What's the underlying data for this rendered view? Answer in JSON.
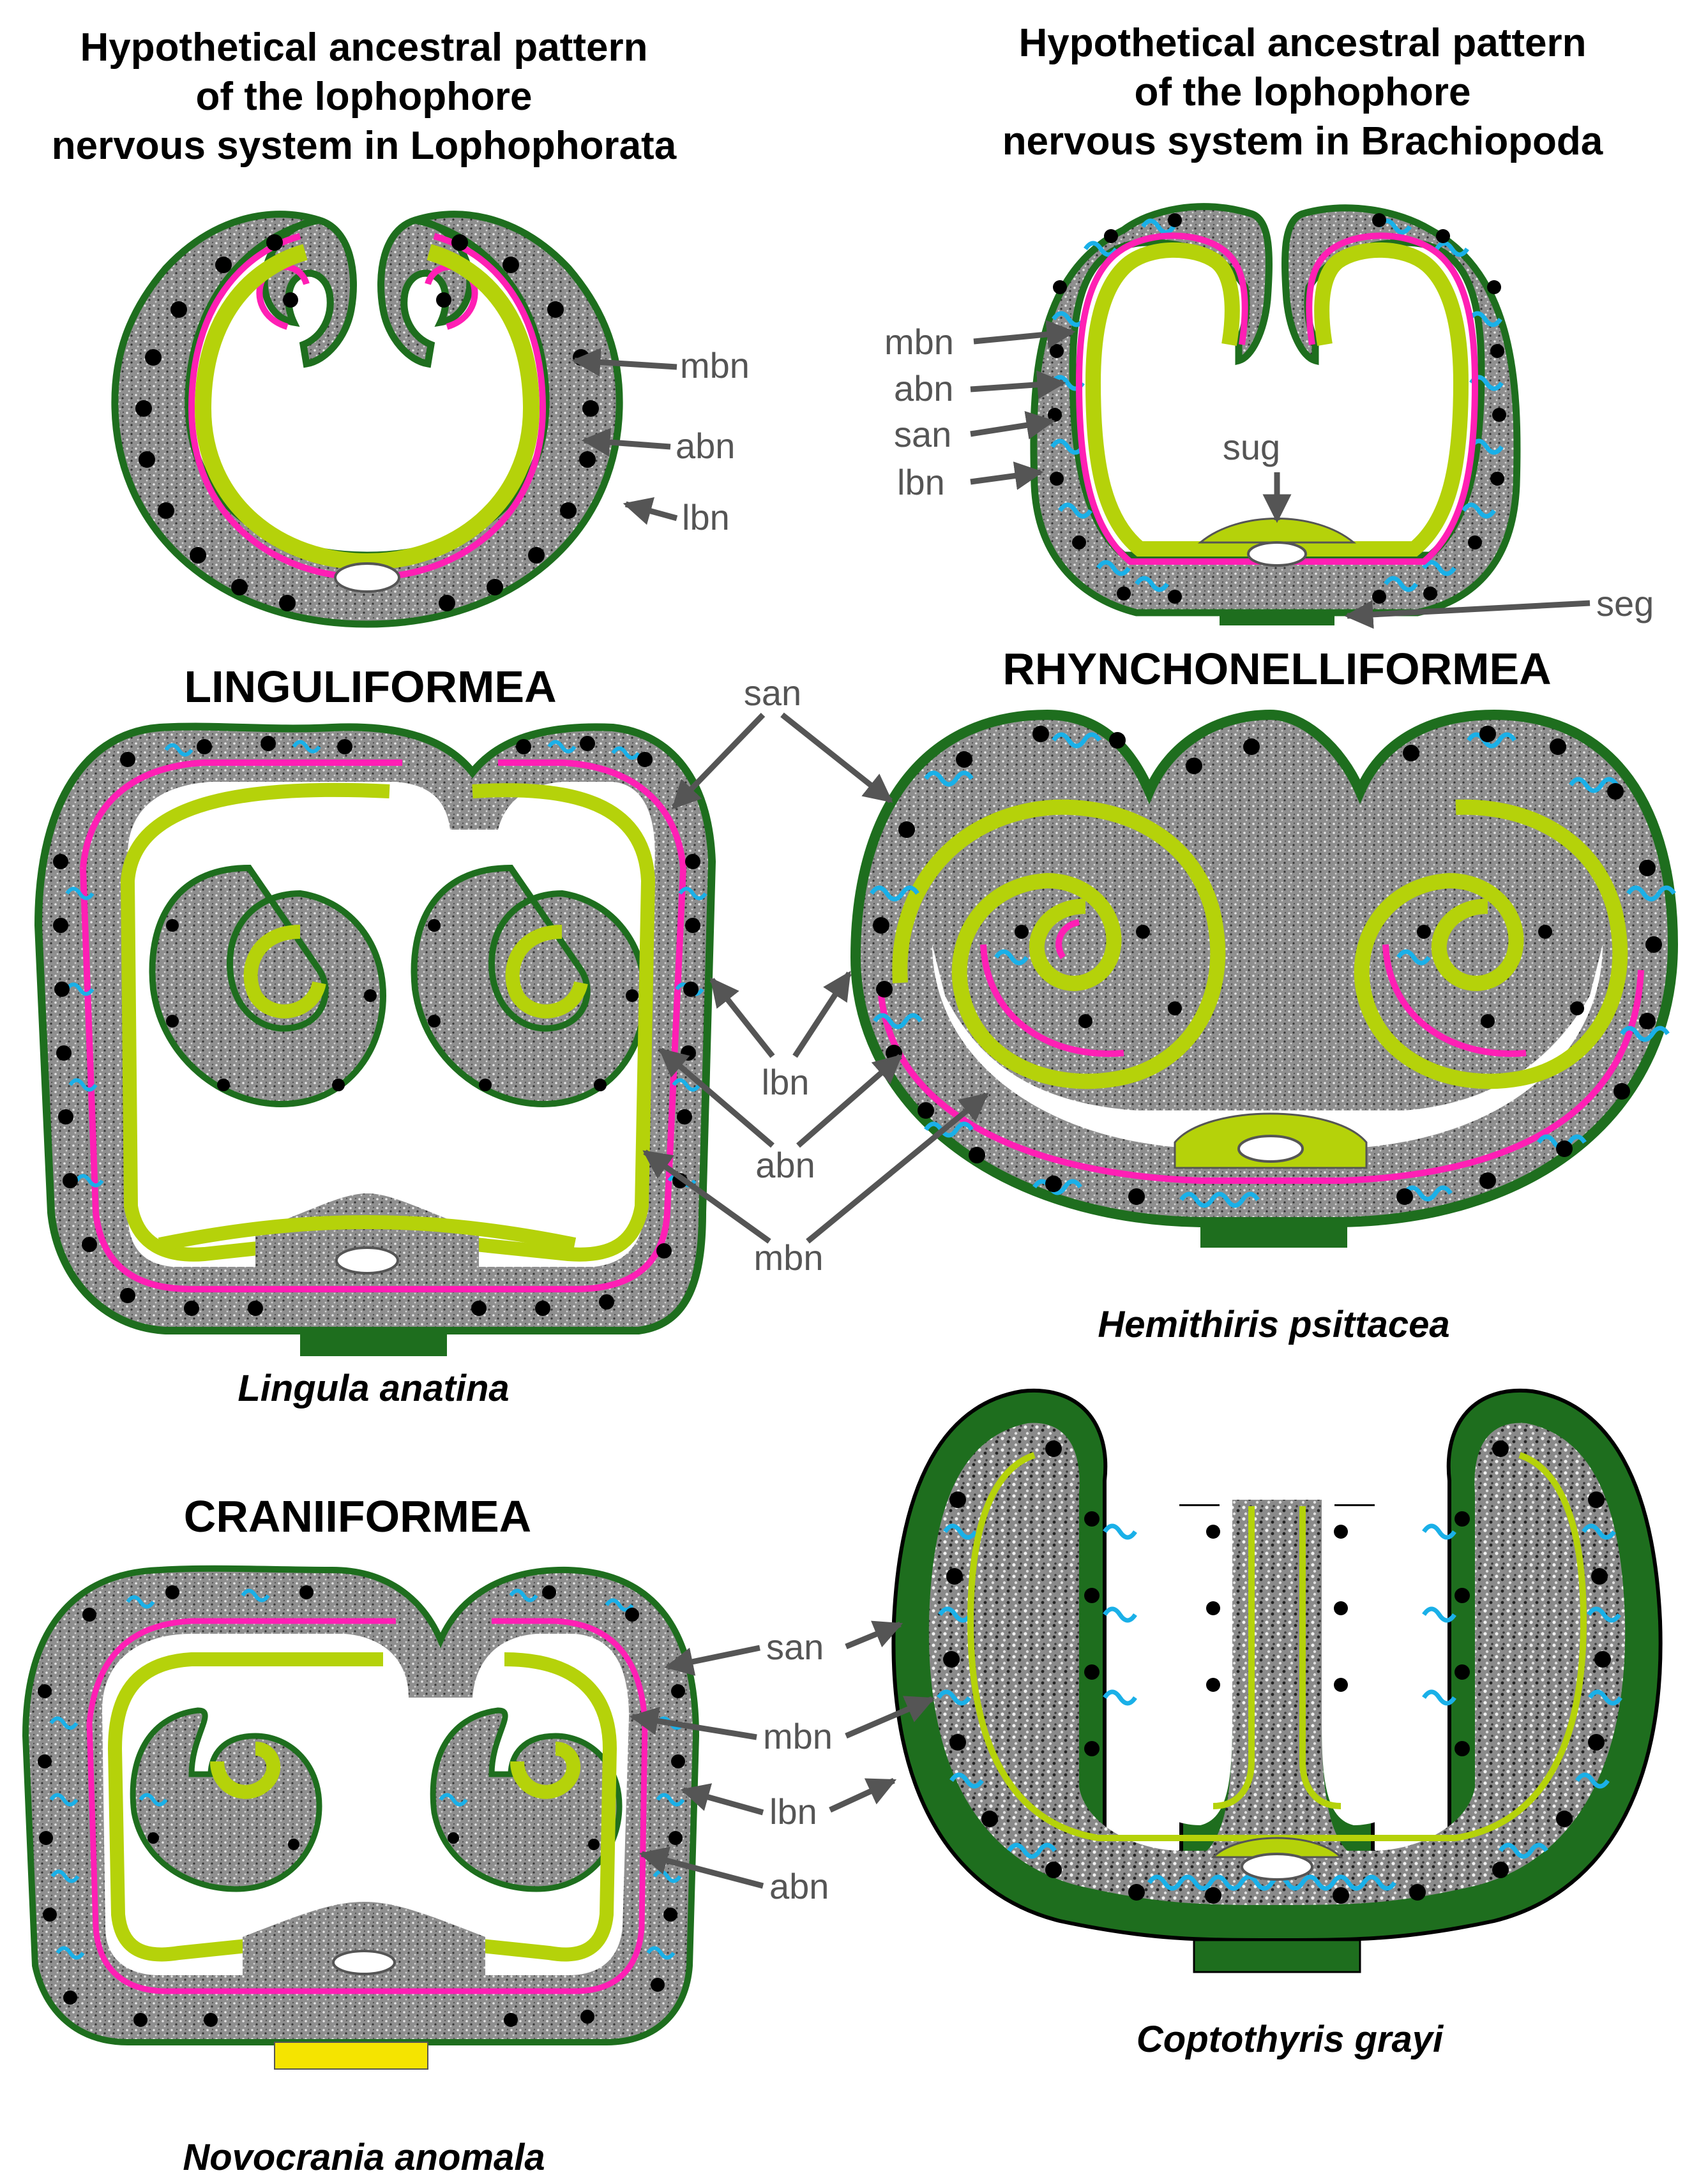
{
  "titles": {
    "lophophorata": [
      "Hypothetical ancestral pattern",
      "of the lophophore",
      "nervous system in Lophophorata"
    ],
    "brachiopoda": [
      "Hypothetical ancestral pattern",
      "of the lophophore",
      "nervous system in Brachiopoda"
    ]
  },
  "groups": {
    "linguliformea": "LINGULIFORMEA",
    "rhynchonelliformea": "RHYNCHONELLIFORMEA",
    "craniiformea": "CRANIIFORMEA"
  },
  "species": {
    "lingula": "Lingula anatina",
    "hemithiris": "Hemithiris psittacea",
    "novocrania": "Novocrania anomala",
    "coptothyris": "Coptothyris grayi"
  },
  "labels": {
    "mbn": "mbn",
    "abn": "abn",
    "lbn": "lbn",
    "san": "san",
    "sug": "sug",
    "seg": "seg"
  },
  "colors": {
    "outer_border": "#1e6e1e",
    "tissue": "#9a9a9a",
    "main_nerve": "#b5d20a",
    "accessory_nerve": "#ff1fb4",
    "subepithelial_nerve": "#1ab0e8",
    "dots": "#000000",
    "ganglion": "#ffffff",
    "novocrania_plate": "#f5e400"
  }
}
